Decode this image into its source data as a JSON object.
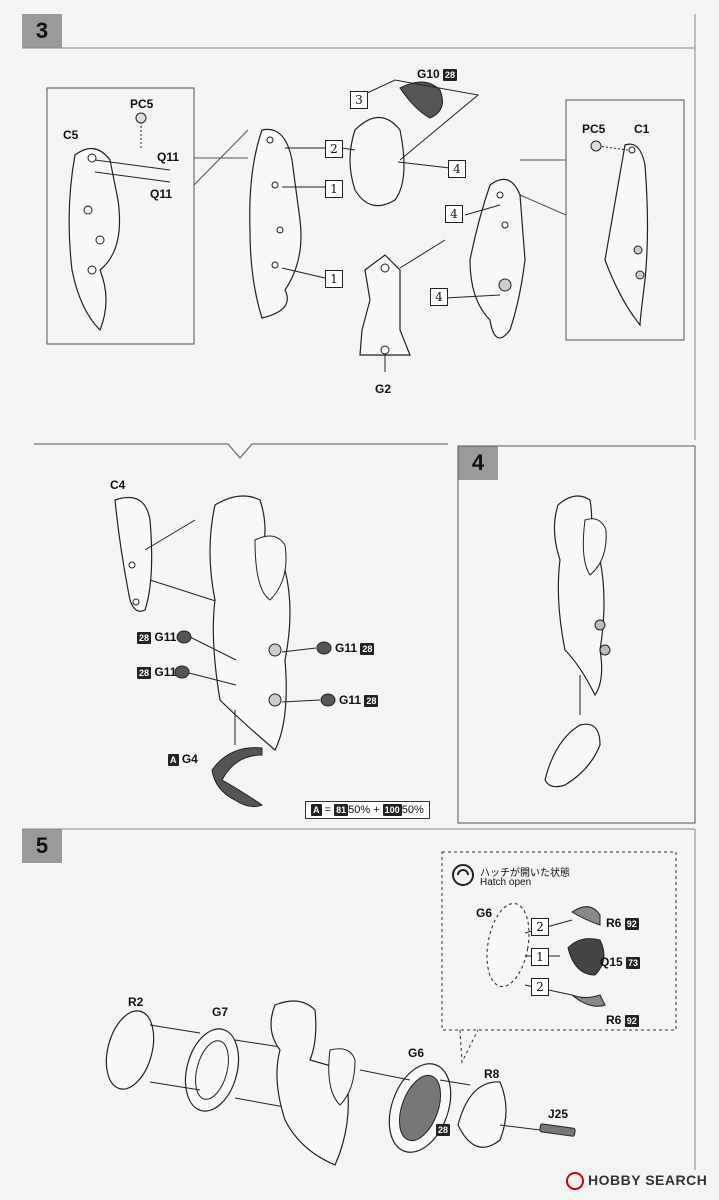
{
  "steps": {
    "s3": "3",
    "s4": "4",
    "s5": "5"
  },
  "step3": {
    "left_inset": {
      "pc5": "PC5",
      "c5": "C5",
      "q11a": "Q11",
      "q11b": "Q11"
    },
    "right_inset": {
      "pc5": "PC5",
      "c1": "C1"
    },
    "g10": "G10",
    "g10_color": "28",
    "g2": "G2",
    "nums": {
      "n3": "3",
      "n2": "2",
      "n1a": "1",
      "n1b": "1",
      "n4a": "4",
      "n4b": "4",
      "n4c": "4"
    }
  },
  "step3b": {
    "c4": "C4",
    "g11_l1": "G11",
    "g11_l1_color": "28",
    "g11_l2": "G11",
    "g11_l2_color": "28",
    "g11_r1": "G11",
    "g11_r1_color": "28",
    "g11_r2": "G11",
    "g11_r2_color": "28",
    "g4": "G4",
    "g4_color": "A",
    "mix": {
      "a": "A",
      "eq": "=",
      "c1": "81",
      "p1": "50%",
      "plus": "+",
      "c2": "100",
      "p2": "50%"
    }
  },
  "step5": {
    "hatch_jp": "ハッチが開いた状態",
    "hatch_en": "Hatch open",
    "g6_inset": "G6",
    "r6a": "R6",
    "r6a_color": "92",
    "q15": "Q15",
    "q15_color": "73",
    "r6b": "R6",
    "r6b_color": "92",
    "nums": {
      "n2a": "2",
      "n1": "1",
      "n2b": "2"
    },
    "r2": "R2",
    "g7": "G7",
    "g6": "G6",
    "g6_color": "28",
    "r8": "R8",
    "j25": "J25"
  },
  "footer": {
    "brand": "HOBBY SEARCH"
  },
  "colors": {
    "step_bg": "#9a9a9a",
    "page_bg": "#f4f4f2",
    "line": "#222222"
  }
}
